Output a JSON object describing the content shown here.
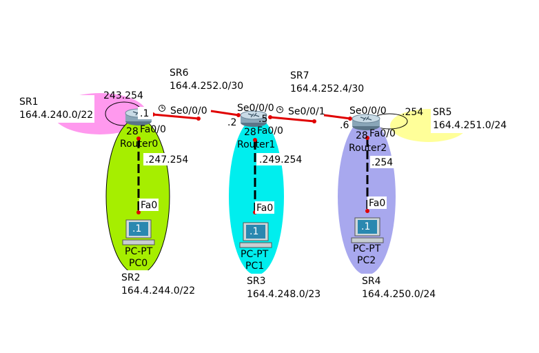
{
  "colors": {
    "serial_link": "#e00000",
    "ethernet_link": "#000000",
    "port_dot": "#e00000",
    "lan0_fill": "#a6ee00",
    "lan1_fill": "#00eeee",
    "lan2_fill": "#a8a8ee",
    "loop_sr1_fill": "#ff99ee",
    "loop_sr5_fill": "#ffff99",
    "router_body": "#8aa6b8",
    "pc_screen": "#2a88b0"
  },
  "routers": [
    {
      "name": "Router0",
      "model": "28",
      "icon": "router-icon"
    },
    {
      "name": "Router1",
      "model": "28",
      "icon": "router-icon"
    },
    {
      "name": "Router2",
      "model": "28",
      "icon": "router-icon"
    }
  ],
  "pcs": [
    {
      "line1": "PC-PT",
      "line2": "PC0",
      "addr": ".1",
      "port": "Fa0",
      "icon": "pc-icon"
    },
    {
      "line1": "PC-PT",
      "line2": "PC1",
      "addr": ".1",
      "port": "Fa0",
      "icon": "pc-icon"
    },
    {
      "line1": "PC-PT",
      "line2": "PC2",
      "addr": ".1",
      "port": "Fa0",
      "icon": "pc-icon"
    }
  ],
  "subnets": {
    "sr1": {
      "name": "SR1",
      "net": "164.4.240.0/22"
    },
    "sr2": {
      "name": "SR2",
      "net": "164.4.244.0/22"
    },
    "sr3": {
      "name": "SR3",
      "net": "164.4.248.0/23"
    },
    "sr4": {
      "name": "SR4",
      "net": "164.4.250.0/24"
    },
    "sr5": {
      "name": "SR5",
      "net": "164.4.251.0/24"
    },
    "sr6": {
      "name": "SR6",
      "net": "164.4.252.0/30"
    },
    "sr7": {
      "name": "SR7",
      "net": "164.4.252.4/30"
    }
  },
  "interfaces": {
    "r0_loop": "243.254",
    "r0_serial_addr": ".1",
    "r0_serial": "Se0/0/0",
    "r0_fa": "Fa0/0",
    "r0_fa_addr": ".247.254",
    "r1_serial0": "Se0/0/0",
    "r1_serial0_addr": ".2",
    "r1_serial1_addr": ".5",
    "r1_serial1": "Se0/0/1",
    "r1_fa": "Fa0/0",
    "r1_fa_addr": ".249.254",
    "r2_serial": "Se0/0/0",
    "r2_serial_addr": ".6",
    "r2_loop": ".254",
    "r2_fa": "Fa0/0",
    "r2_fa_addr": ".254"
  },
  "clock_icon": "clock-icon"
}
